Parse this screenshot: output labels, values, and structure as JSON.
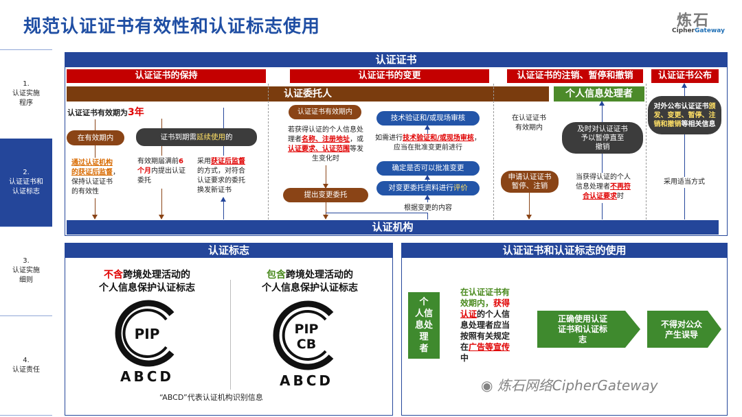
{
  "header": {
    "title": "规范认证证书有效性和认证标志使用",
    "logo_cn": "炼石",
    "logo_en_a": "Cipher",
    "logo_en_b": "Gateway"
  },
  "steps": [
    {
      "num": "1.",
      "label_a": "认证实施",
      "label_b": "程序"
    },
    {
      "num": "2.",
      "label_a": "认证证书和",
      "label_b": "认证标志"
    },
    {
      "num": "3.",
      "label_a": "认证实施",
      "label_b": "细则"
    },
    {
      "num": "4.",
      "label_a": "认证责任",
      "label_b": ""
    }
  ],
  "top": {
    "cert_bar": "认证证书",
    "sections": [
      "认证证书的保持",
      "认证证书的变更",
      "认证证书的注销、暂停和撤销",
      "认证证书公布"
    ],
    "client_bar": "认证委托人",
    "pi_bar": "个人信息处理者",
    "org_bar": "认证机构",
    "keep": {
      "validity_a": "认证证书有效期为",
      "validity_b": "3年",
      "in_validity": "在有效期内",
      "expire_a": "证书到期需",
      "expire_b": "延续使用",
      "expire_c": "的",
      "note1_a": "通过认证机构",
      "note1_b": "的获证后监督",
      "note1_c": "，",
      "note1_d": "保持认证证书",
      "note1_e": "的有效性",
      "note2_a": "有效期届满前",
      "note2_b": "6",
      "note2_c": "个月",
      "note2_d": "内提出认证",
      "note2_e": "委托",
      "note3_a": "采用",
      "note3_b": "获证后监督",
      "note3_c": "的方式，对符合",
      "note3_d": "认证要求的委托",
      "note3_e": "换发新证书"
    },
    "change": {
      "in_validity": "认证证书有效期内",
      "desc_a": "若获得认证的个人信息处",
      "desc_b": "理者",
      "desc_c": "名称、注册地址",
      "desc_d": "，或",
      "desc_e": "认证要求、认证范围",
      "desc_f": "等发",
      "desc_g": "生变化时",
      "submit": "提出变更委托",
      "tech_verify": "技术验证和/或现场审核",
      "if_need_a": "如需进行",
      "if_need_b": "技术验证和/或现场审核",
      "if_need_c": "，",
      "if_need_d": "应当在批准变更前进行",
      "approve": "确定是否可以批准变更",
      "evaluate_a": "对变更委托资料进行",
      "evaluate_b": "评价",
      "based_on": "根据变更的内容"
    },
    "revoke": {
      "in_validity_a": "在认证证书",
      "in_validity_b": "有效期内",
      "apply_a": "申请认证证书",
      "apply_b": "暂停、注销",
      "timely_a": "及时对认证证书",
      "timely_b": "予以暂停直至",
      "timely_c": "撤销",
      "when_a": "当获得认证的个人",
      "when_b": "信息处理者",
      "when_c": "不再符",
      "when_d": "合认证要求",
      "when_e": "时"
    },
    "publish": {
      "box_a": "对外公布认证证书",
      "box_b": "颁",
      "box_c": "发、变更、暂停、注",
      "box_d": "销和撤销",
      "box_e": "等相关信息",
      "method": "采用适当方式"
    }
  },
  "marks": {
    "head": "认证标志",
    "left_title_a": "不含",
    "left_title_b": "跨境处理活动的",
    "left_title_c": "个人信息保护认证标志",
    "right_title_a": "包含",
    "right_title_b": "跨境处理活动的",
    "right_title_c": "个人信息保护认证标志",
    "logo_left_text": "PIP",
    "logo_right_text_a": "PIP",
    "logo_right_text_b": "CB",
    "abcd": "ABCD",
    "footnote": "“ABCD”代表认证机构识别信息"
  },
  "usage": {
    "head": "认证证书和认证标志的使用",
    "actor": [
      "个",
      "人",
      "信",
      "息",
      "处",
      "理",
      "者"
    ],
    "desc_a": "在认证证书有",
    "desc_b": "效期内，",
    "desc_c": "获得",
    "desc_d": "认证",
    "desc_e": "的个人信",
    "desc_f": "息处理者应当",
    "desc_g": "按照有关规定",
    "desc_h": "在",
    "desc_i": "广告等宣传",
    "desc_j": "中",
    "arrow1_a": "正确使用认证",
    "arrow1_b": "证书和认证标",
    "arrow1_c": "志",
    "arrow2_a": "不得对公众",
    "arrow2_b": "产生误导"
  },
  "watermark": "炼石网络CipherGateway",
  "colors": {
    "blue": "#24469a",
    "red": "#c40000",
    "brown": "#7a3c0e",
    "green": "#4c8a2a"
  }
}
